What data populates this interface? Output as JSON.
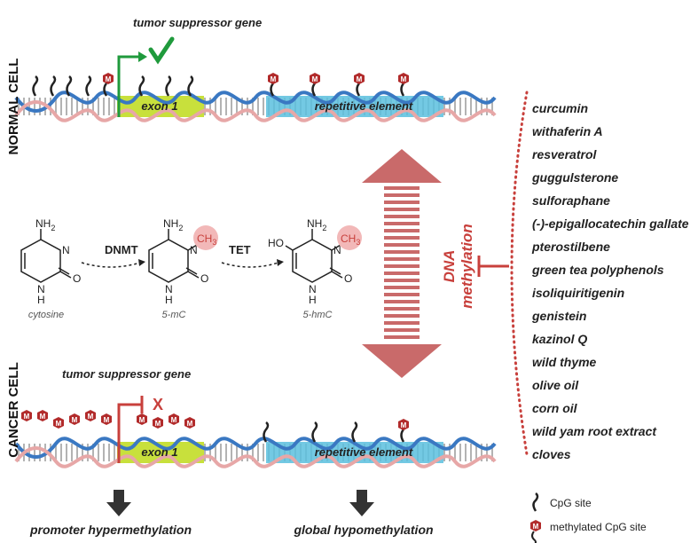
{
  "top_section": {
    "side_label": "NORMAL CELL",
    "gene_label": "tumor suppressor gene",
    "exon_label": "exon 1",
    "repeat_label": "repetitive element",
    "methyl_badge": "M"
  },
  "bottom_section": {
    "side_label": "CANCER CELL",
    "gene_label": "tumor suppressor gene",
    "exon_label": "exon 1",
    "repeat_label": "repetitive element",
    "block_mark": "X",
    "methyl_badge": "M"
  },
  "reaction": {
    "enzyme1": "DNMT",
    "enzyme2": "TET",
    "cytosine": {
      "nh": "NH",
      "sub": "2",
      "n": "N",
      "o": "O",
      "h": "H",
      "name": "cytosine"
    },
    "mc": {
      "nh": "NH",
      "sub": "2",
      "n": "N",
      "o": "O",
      "h": "H",
      "ch": "CH",
      "ch_sub": "3",
      "name": "5-mC"
    },
    "hmc": {
      "ho": "HO",
      "nh": "NH",
      "sub": "2",
      "n": "N",
      "o": "O",
      "h": "H",
      "ch": "CH",
      "ch_sub": "3",
      "name": "5-hmC"
    }
  },
  "central_label": {
    "line1": "DNA",
    "line2": "methylation"
  },
  "compounds": [
    "curcumin",
    "withaferin A",
    "resveratrol",
    "guggulsterone",
    "sulforaphane",
    "(-)-epigallocatechin gallate",
    "pterostilbene",
    "green tea polyphenols",
    "isoliquiritigenin",
    "genistein",
    "kazinol Q",
    "wild thyme",
    "olive oil",
    "corn oil",
    "wild yam root extract",
    "cloves"
  ],
  "outcomes": {
    "left": "promoter hypermethylation",
    "right": "global hypomethylation"
  },
  "legend": {
    "cpg": "CpG site",
    "methylated": "methylated CpG site",
    "badge": "M"
  },
  "colors": {
    "accent_red": "#c8403c",
    "arrow_fill": "#c96a6a",
    "green": "#1f9a3c",
    "exon_fill": "#c8e03c",
    "repeat_fill": "#5bc0de",
    "strand_blue": "#3a78c2",
    "strand_pink": "#e7a7a7",
    "methyl_badge": "#b22b2b"
  }
}
